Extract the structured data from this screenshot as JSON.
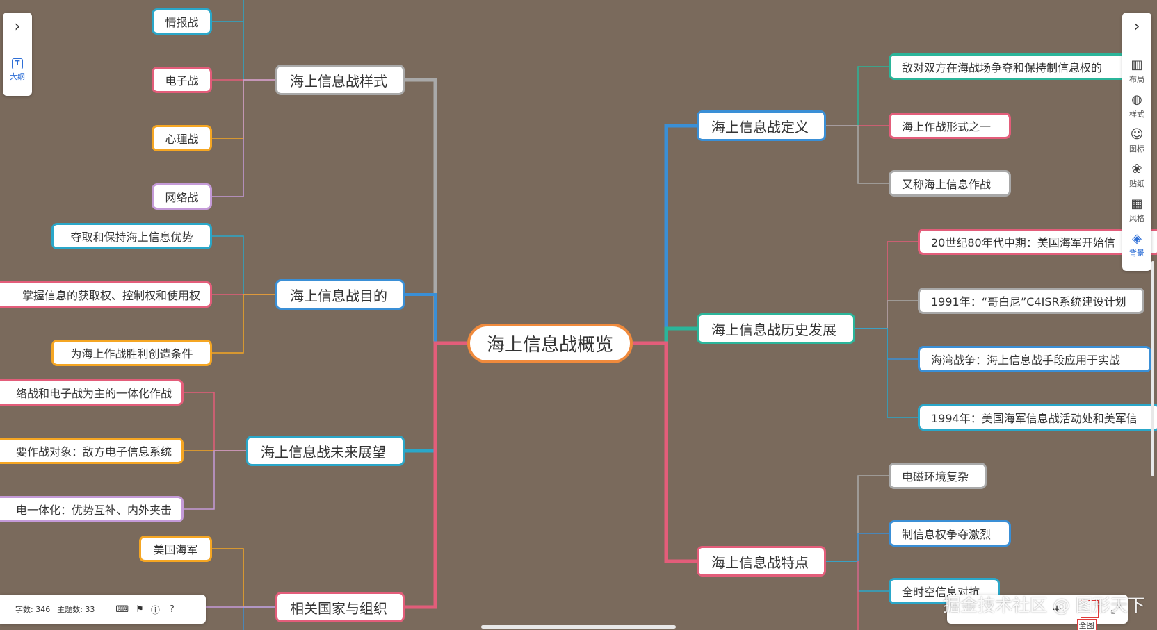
{
  "root": {
    "label": "海上信息战概览"
  },
  "branches": {
    "style": {
      "label": "海上信息战样式",
      "children": [
        "情报战",
        "电子战",
        "心理战",
        "网络战"
      ]
    },
    "purpose": {
      "label": "海上信息战目的",
      "children": [
        "夺取和保持海上信息优势",
        "掌握信息的获取权、控制权和使用权",
        "为海上作战胜利创造条件"
      ]
    },
    "future": {
      "label": "海上信息战未来展望",
      "children": [
        "络战和电子战为主的一体化作战",
        "要作战对象：敌方电子信息系统",
        "电一体化：优势互补、内外夹击"
      ]
    },
    "orgs": {
      "label": "相关国家与组织",
      "children": [
        "美国海军"
      ]
    },
    "definition": {
      "label": "海上信息战定义",
      "children": [
        "敌对双方在海战场争夺和保持制信息权的",
        "海上作战形式之一",
        "又称海上信息作战"
      ]
    },
    "history": {
      "label": "海上信息战历史发展",
      "children": [
        "20世纪80年代中期：美国海军开始信",
        "1991年：“哥白尼”C4ISR系统建设计划",
        "海湾战争：海上信息战手段应用于实战",
        "1994年：美国海军信息战活动处和美军信"
      ]
    },
    "features": {
      "label": "海上信息战特点",
      "children": [
        "电磁环境复杂",
        "制信息权争夺激烈",
        "全时空信息对抗"
      ]
    }
  },
  "left_panel": {
    "toggle_icon": "chevron-right-icon",
    "outline_label": "大纲"
  },
  "right_panel": {
    "toggle_icon": "chevron-right-icon",
    "tools": [
      {
        "label": "布局",
        "icon": "layout-icon"
      },
      {
        "label": "样式",
        "icon": "palette-icon"
      },
      {
        "label": "图标",
        "icon": "smiley-icon"
      },
      {
        "label": "贴纸",
        "icon": "sticker-icon"
      },
      {
        "label": "风格",
        "icon": "theme-grid-icon"
      },
      {
        "label": "背景",
        "icon": "layers-icon",
        "active": true
      }
    ]
  },
  "statusbar": {
    "words": "字数: 346",
    "topics": "主题数: 33"
  },
  "zoom": {
    "full_view_label": "全图"
  },
  "watermark": "掘金技术社区 @ 图形天下",
  "colors": {
    "background": "#7a6a5c",
    "root_border": "#f08a3c",
    "gray": "#a9a9a9",
    "blue": "#3a8fd6",
    "teal": "#2bb59a",
    "pink": "#e35d7a",
    "cyan": "#2aa7c9",
    "orange": "#f5a623",
    "purple": "#c49ad8",
    "lavender": "#b7a3d6"
  }
}
